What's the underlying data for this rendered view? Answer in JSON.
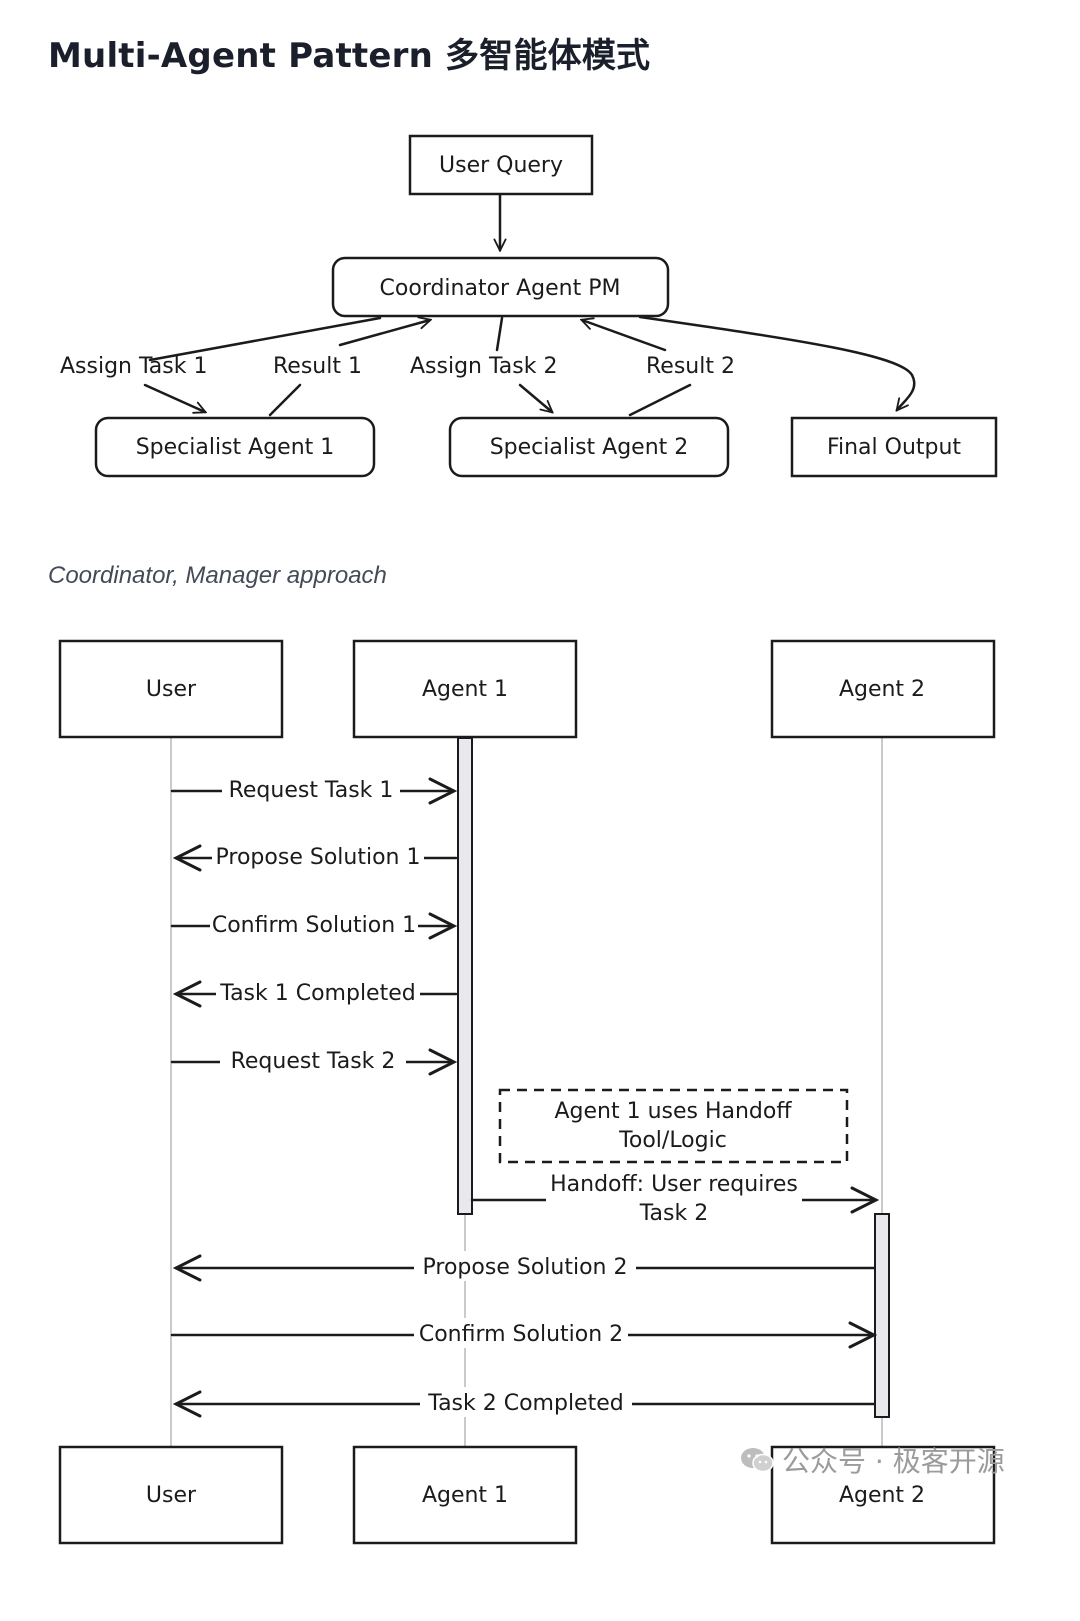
{
  "title": "Multi-Agent Pattern  多智能体模式",
  "caption": "Coordinator, Manager approach",
  "flow": {
    "user_query": "User Query",
    "coordinator": "Coordinator Agent PM",
    "specialist1": "Specialist Agent 1",
    "specialist2": "Specialist Agent 2",
    "final_output": "Final Output",
    "edge_assign1": "Assign Task 1",
    "edge_result1": "Result 1",
    "edge_assign2": "Assign Task 2",
    "edge_result2": "Result 2"
  },
  "sequence": {
    "participants": {
      "user": "User",
      "agent1": "Agent 1",
      "agent2": "Agent 2"
    },
    "messages": [
      "Request Task 1",
      "Propose Solution 1",
      "Confirm Solution 1",
      "Task 1 Completed",
      "Request Task 2",
      "Handoff: User requires",
      "Task 2",
      "Propose Solution 2",
      "Confirm Solution 2",
      "Task 2 Completed"
    ],
    "note_line1": "Agent 1 uses Handoff",
    "note_line2": "Tool/Logic"
  },
  "watermark": "公众号 · 极客开源"
}
